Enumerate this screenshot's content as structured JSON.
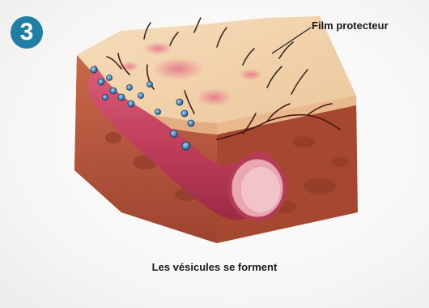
{
  "step": {
    "number": "3"
  },
  "labels": {
    "film": "Film protecteur"
  },
  "caption": "Les vésicules se forment",
  "colors": {
    "badge": "#1f7ea5",
    "skin_top": "#f3cfa6",
    "dermis": "#b85a3e",
    "vessel": "#c9445a",
    "vesicle": "#3e7fb8"
  }
}
